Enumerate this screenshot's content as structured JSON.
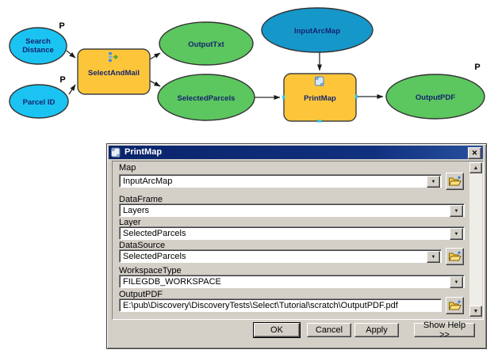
{
  "diagram": {
    "nodes": {
      "search_distance": {
        "line1": "Search",
        "line2": "Distance",
        "badge": "P"
      },
      "parcel_id": {
        "label": "Parcel ID",
        "badge": "P"
      },
      "select_and_mail": {
        "label": "SelectAndMail"
      },
      "output_txt": {
        "label": "OutputTxt"
      },
      "selected_parcels": {
        "label": "SelectedParcels"
      },
      "input_arcmap": {
        "label": "InputArcMap"
      },
      "print_map": {
        "label": "PrintMap"
      },
      "output_pdf": {
        "label": "OutputPDF",
        "badge": "P"
      }
    },
    "colors": {
      "input_param_fill": "#1BC3F2",
      "input_data_fill": "#1697CA",
      "tool_fill": "#FDC63A",
      "output_fill": "#5CC65F",
      "node_text": "#16246E",
      "connector": "#222222"
    }
  },
  "dialog": {
    "title": "PrintMap",
    "icons": {
      "close": "✕",
      "combo_arrow": "▼",
      "scroll_up": "▲",
      "scroll_down": "▼"
    },
    "fields": [
      {
        "label": "Map",
        "value": "InputArcMap"
      },
      {
        "label": "DataFrame",
        "value": "Layers"
      },
      {
        "label": "Layer",
        "value": "SelectedParcels"
      },
      {
        "label": "DataSource",
        "value": "SelectedParcels"
      },
      {
        "label": "WorkspaceType",
        "value": "FILEGDB_WORKSPACE"
      },
      {
        "label": "OutputPDF",
        "value": "E:\\pub\\Discovery\\DiscoveryTests\\Select\\Tutorial\\scratch\\OutputPDF.pdf"
      }
    ],
    "buttons": {
      "ok": "OK",
      "cancel": "Cancel",
      "apply": "Apply",
      "help": "Show Help >>"
    }
  }
}
